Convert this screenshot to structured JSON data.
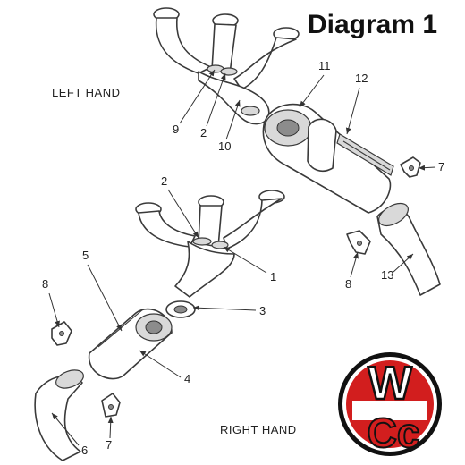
{
  "title": "Diagram 1",
  "labels": {
    "left_hand": "LEFT HAND",
    "right_hand": "RIGHT HAND"
  },
  "callouts": {
    "c1": "1",
    "c2a": "2",
    "c2b": "2",
    "c3": "3",
    "c4": "4",
    "c5": "5",
    "c6": "6",
    "c7a": "7",
    "c7b": "7",
    "c8a": "8",
    "c8b": "8",
    "c9": "9",
    "c10": "10",
    "c11": "11",
    "c12": "12",
    "c13": "13"
  },
  "logo": {
    "text_top": "W",
    "text_bottom": "Cc",
    "color_red": "#d21e1e",
    "color_dark": "#111111"
  }
}
